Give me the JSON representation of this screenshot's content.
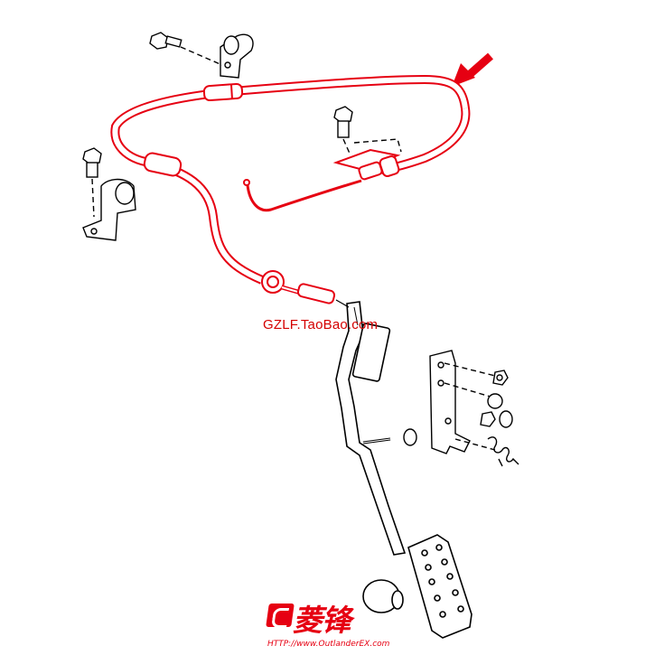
{
  "watermark": {
    "text": "GZLF.TaoBao.com"
  },
  "logo": {
    "text": "菱锋",
    "url": "HTTP://www.OutlanderEX.com"
  },
  "colors": {
    "highlight": "#e60012",
    "line": "#000000",
    "background": "#ffffff"
  }
}
